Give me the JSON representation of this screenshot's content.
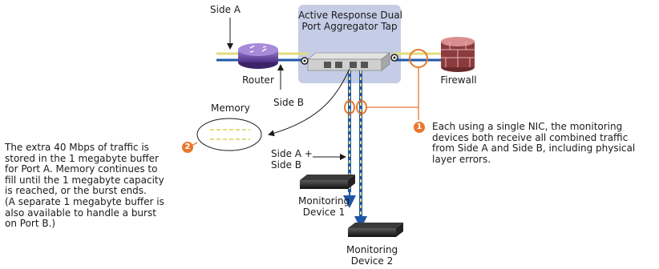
{
  "tap": {
    "title_line1": "Active Response Dual",
    "title_line2": "Port Aggregator Tap"
  },
  "labels": {
    "side_a": "Side A",
    "side_b": "Side B",
    "router": "Router",
    "firewall": "Firewall",
    "memory": "Memory",
    "side_ab_line1": "Side A +",
    "side_ab_line2": "Side B",
    "monitor1_line1": "Monitoring",
    "monitor1_line2": "Device 1",
    "monitor2_line1": "Monitoring",
    "monitor2_line2": "Device 2"
  },
  "callouts": [
    {
      "number": "1",
      "lines": [
        "Each using a single NIC, the monitoring",
        "devices both receive all combined traffic",
        "from Side A and Side B, including physical",
        "layer errors."
      ]
    },
    {
      "number": "2",
      "lines": [
        "The extra 40 Mbps of traffic is",
        "stored in the 1 megabyte buffer",
        "for Port A. Memory continues to",
        "fill until the 1 megabyte capacity",
        "is reached, or the burst ends.",
        "(A separate 1 megabyte buffer is",
        "also available to handle a burst",
        "on Port B.)"
      ]
    }
  ],
  "colors": {
    "side_a_line": "#e3dc7c",
    "side_b_line": "#1f57a6",
    "tap_box": "#c5cde6",
    "callout_orange": "#e8782d",
    "router": "#6b4aa5",
    "firewall": "#8c3b3d"
  }
}
